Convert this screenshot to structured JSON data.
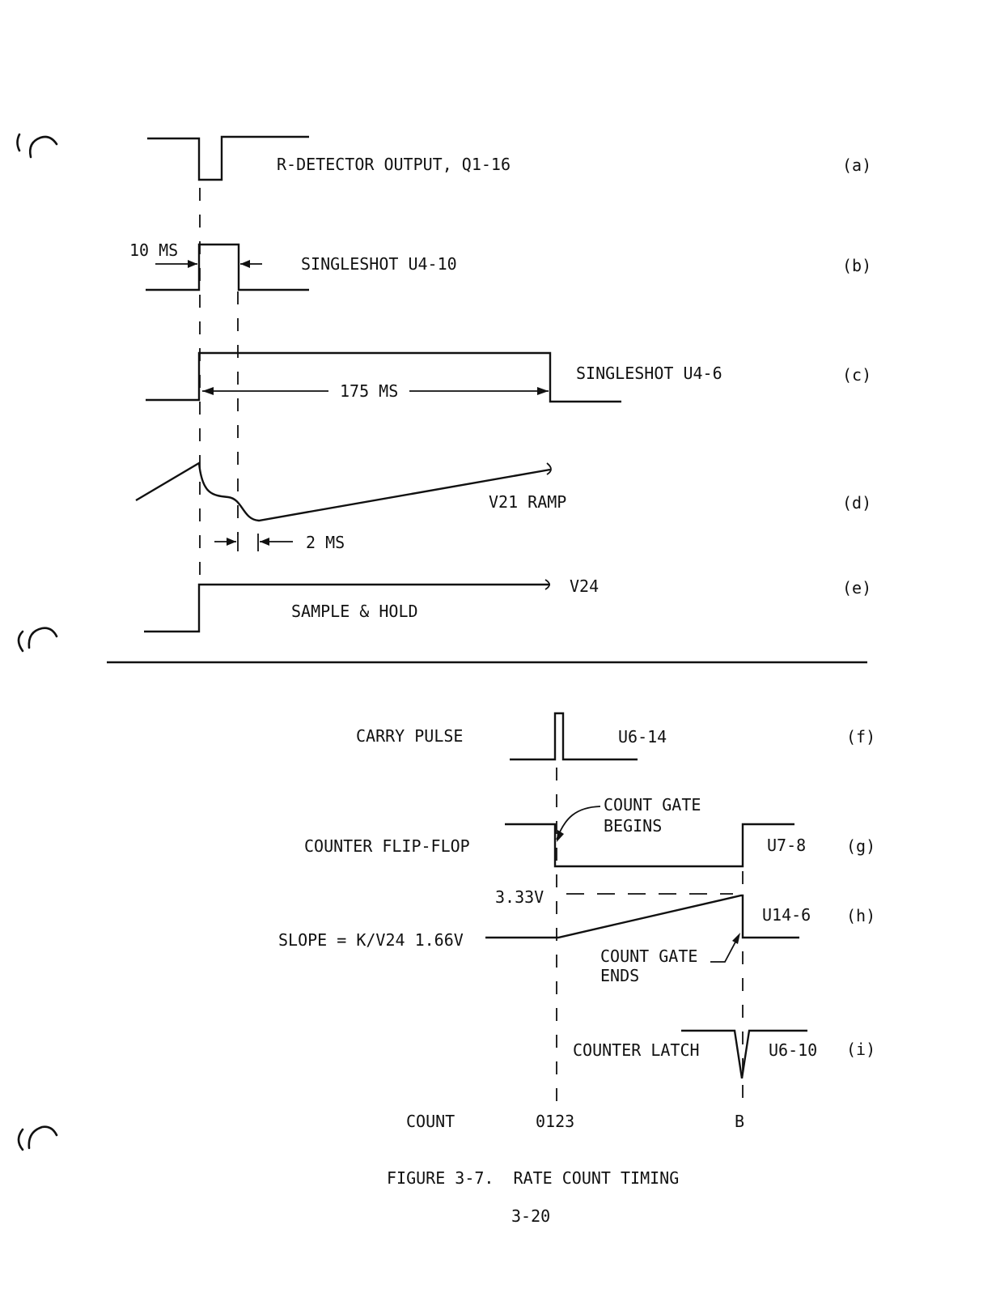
{
  "figure": {
    "caption": "FIGURE 3-7.  RATE COUNT TIMING",
    "page_number": "3-20"
  },
  "upper": {
    "signals": [
      {
        "id": "a",
        "name": "R-DETECTOR OUTPUT, Q1-16",
        "tag": "(a)"
      },
      {
        "id": "b",
        "name": "SINGLESHOT U4-10",
        "tag": "(b)",
        "width": "10 MS"
      },
      {
        "id": "c",
        "name": "SINGLESHOT U4-6",
        "tag": "(c)",
        "width": "175 MS"
      },
      {
        "id": "d",
        "name": "V21 RAMP",
        "tag": "(d)",
        "delay": "2 MS"
      },
      {
        "id": "e",
        "name": "SAMPLE & HOLD",
        "tag": "(e)",
        "node": "V24"
      }
    ]
  },
  "lower": {
    "signals": [
      {
        "id": "f",
        "name": "CARRY PULSE",
        "pin": "U6-14",
        "tag": "(f)"
      },
      {
        "id": "g",
        "name": "COUNTER FLIP-FLOP",
        "pin": "U7-8",
        "tag": "(g)",
        "note_line1": "COUNT GATE",
        "note_line2": "BEGINS"
      },
      {
        "id": "h",
        "name": "SLOPE = K/V24 1.66V",
        "pin": "U14-6",
        "tag": "(h)",
        "level": "3.33V",
        "note_line1": "COUNT GATE",
        "note_line2": "ENDS"
      },
      {
        "id": "i",
        "name": "COUNTER LATCH",
        "pin": "U6-10",
        "tag": "(i)"
      }
    ],
    "count": {
      "label": "COUNT",
      "start": "0123",
      "end": "B"
    }
  }
}
